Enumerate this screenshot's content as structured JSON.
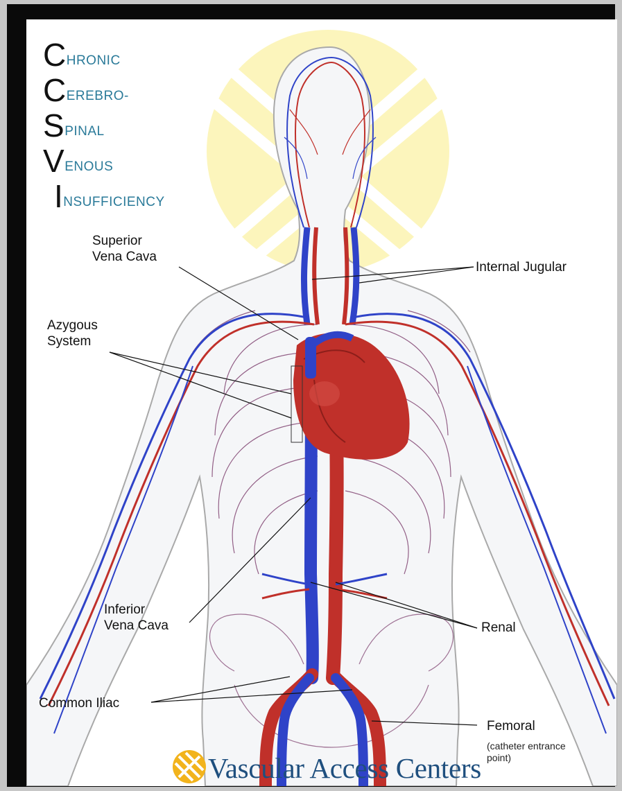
{
  "acronym": [
    {
      "letter": "C",
      "rest": "hronic"
    },
    {
      "letter": "C",
      "rest": "erebro-"
    },
    {
      "letter": "S",
      "rest": "pinal"
    },
    {
      "letter": "V",
      "rest": "enous"
    },
    {
      "letter": "I",
      "rest": "nsufficiency"
    }
  ],
  "labels": {
    "superior_vena_cava": [
      "Superior",
      "Vena Cava"
    ],
    "internal_jugular": "Internal Jugular",
    "azygous_system": [
      "Azygous",
      "System"
    ],
    "inferior_vena_cava": [
      "Inferior",
      "Vena Cava"
    ],
    "renal": "Renal",
    "common_iliac": "Common Iliac",
    "femoral": "Femoral",
    "femoral_note": [
      "(catheter entrance",
      "point)"
    ]
  },
  "brand": {
    "name": "Vascular Access Centers",
    "logo_color": "#f2b31c",
    "text_color": "#1f4f7e"
  },
  "colors": {
    "vein": "#2f43c8",
    "artery": "#c0302a",
    "heart": "#c0302a",
    "body_outline": "#a9a9a9",
    "acronym_accent": "#2a7a99",
    "watermark": "#fbf2a6"
  }
}
